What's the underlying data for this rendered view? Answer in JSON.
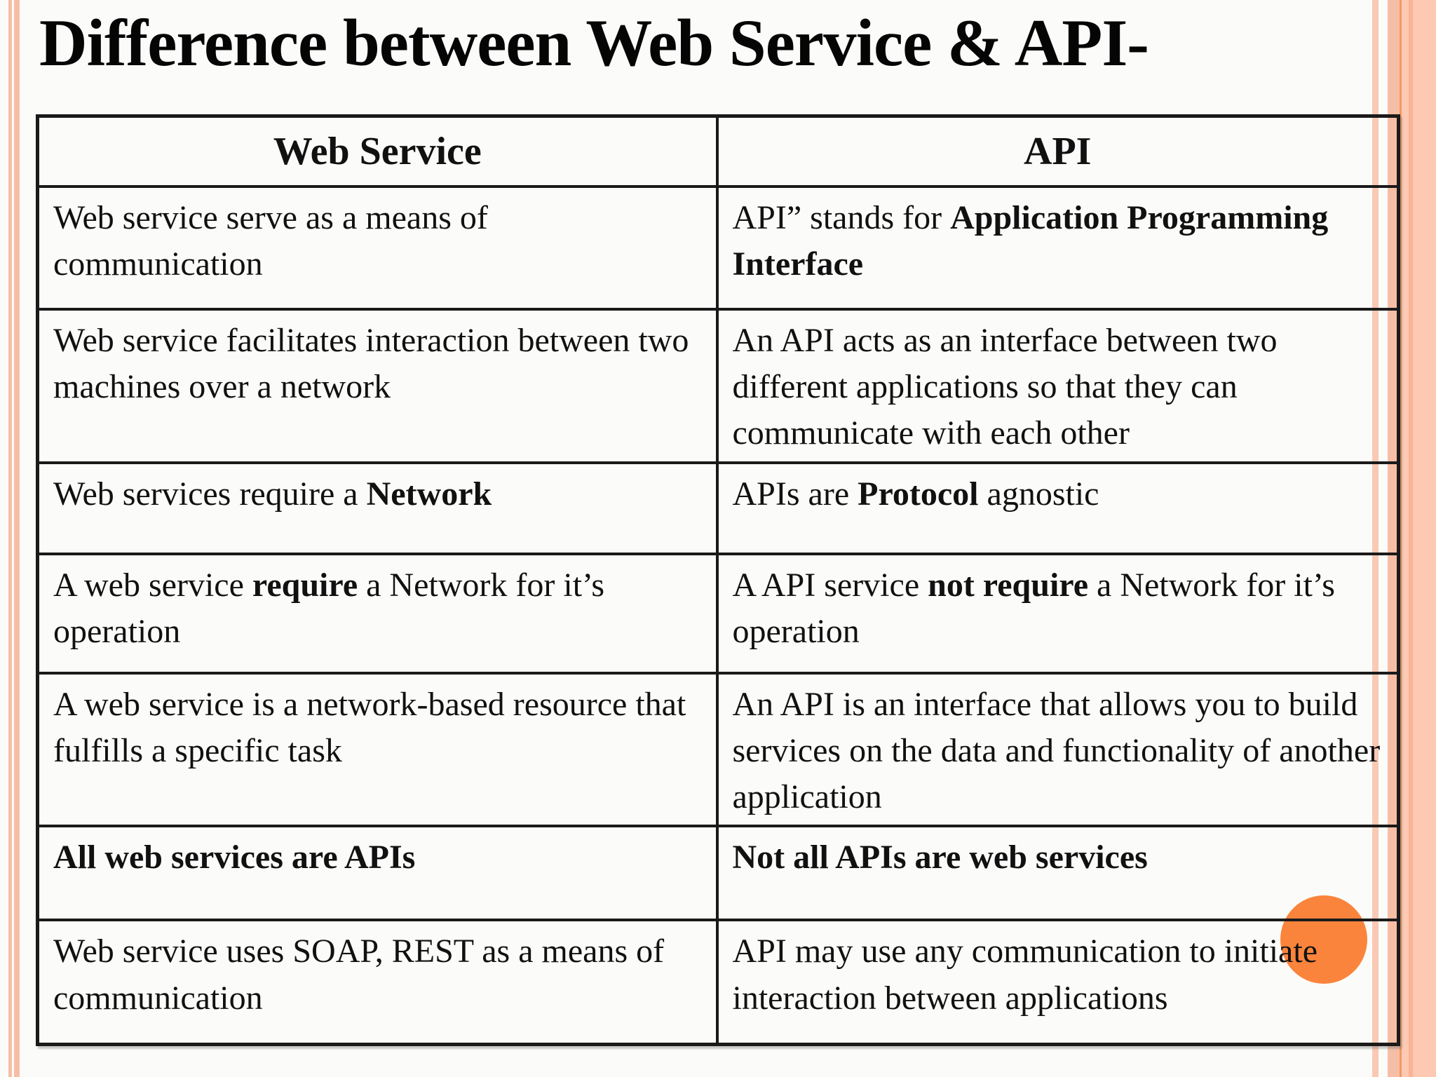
{
  "slide": {
    "title": "Difference between Web Service & API-"
  },
  "table": {
    "headers": [
      "Web Service",
      "API"
    ],
    "rows": [
      {
        "web_service": [
          {
            "text": "Web service serve as a means of communication",
            "bold": false
          }
        ],
        "api": [
          {
            "text": "API” stands for ",
            "bold": false
          },
          {
            "text": "Application Programming Interface",
            "bold": true
          }
        ]
      },
      {
        "web_service": [
          {
            "text": "Web service facilitates interaction between two machines over a network",
            "bold": false
          }
        ],
        "api": [
          {
            "text": "An API acts as an interface between two different applications so that they can communicate with each other",
            "bold": false
          }
        ]
      },
      {
        "web_service": [
          {
            "text": "Web services require a ",
            "bold": false
          },
          {
            "text": "Network",
            "bold": true
          }
        ],
        "api": [
          {
            "text": "APIs are ",
            "bold": false
          },
          {
            "text": "Protocol",
            "bold": true
          },
          {
            "text": " agnostic",
            "bold": false
          }
        ]
      },
      {
        "web_service": [
          {
            "text": "A web service ",
            "bold": false
          },
          {
            "text": "require",
            "bold": true
          },
          {
            "text": " a Network for it’s operation",
            "bold": false
          }
        ],
        "api": [
          {
            "text": "A API service ",
            "bold": false
          },
          {
            "text": "not require",
            "bold": true
          },
          {
            "text": " a Network for it’s operation",
            "bold": false
          }
        ]
      },
      {
        "web_service": [
          {
            "text": "A web service is a network-based resource that fulfills a specific task",
            "bold": false
          }
        ],
        "api": [
          {
            "text": "An API is an interface that allows you to build services on the data and functionality of another application",
            "bold": false
          }
        ]
      },
      {
        "web_service": [
          {
            "text": "All web services are APIs",
            "bold": true
          }
        ],
        "api": [
          {
            "text": "Not all APIs are web services",
            "bold": true
          }
        ]
      },
      {
        "web_service": [
          {
            "text": "Web service uses SOAP, REST as a means of communication",
            "bold": false
          }
        ],
        "api": [
          {
            "text": "API may use any communication to initiate interaction between applications",
            "bold": false
          }
        ]
      }
    ]
  },
  "colors": {
    "bg": "#FBFCF9",
    "text": "#111111",
    "border": "#1A1A1A",
    "accent_orange": "#FB843C",
    "stripe_peach": "#F7BEA6",
    "stripe_peach_light": "#FAC8B3",
    "band_peach": "#FDC9B3",
    "band_stripe": "#FBB394",
    "band_line": "#F29A62"
  }
}
